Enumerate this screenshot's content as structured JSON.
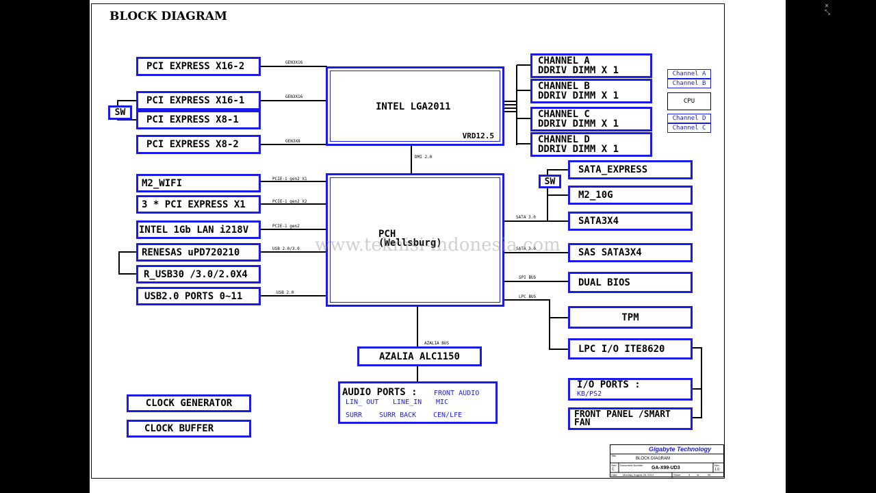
{
  "window": {
    "close_glyph": "✕",
    "expand_glyph": "⤡"
  },
  "watermark": "www.teknisi-indonesia.com",
  "title": "BLOCK DIAGRAM",
  "cpu": {
    "name": "INTEL LGA2011",
    "vrd": "VRD12.5"
  },
  "pch": {
    "name": "PCH",
    "sub": "(Wellsburg)"
  },
  "pcie_slots": [
    "PCI EXPRESS X16-2",
    "PCI EXPRESS X16-1",
    "PCI EXPRESS X8-1",
    "PCI EXPRESS X8-2"
  ],
  "sw": "SW",
  "left_devices": [
    "M2_WIFI",
    "3 * PCI EXPRESS X1",
    "INTEL 1Gb LAN i218V",
    "RENESAS uPD720210",
    "R_USB30 /3.0/2.0X4",
    "USB2.0 PORTS 0~11"
  ],
  "memory_channels": [
    {
      "line1": "CHANNEL A",
      "line2": "DDRIV  DIMM X 1"
    },
    {
      "line1": "CHANNEL B",
      "line2": "DDRIV  DIMM X 1"
    },
    {
      "line1": "CHANNEL C",
      "line2": "DDRIV  DIMM X 1"
    },
    {
      "line1": "CHANNEL D",
      "line2": "DDRIV  DIMM X 1"
    }
  ],
  "legend": {
    "channel_a": "Channel A",
    "channel_b": "Channel B",
    "cpu": "CPU",
    "channel_d": "Channel D",
    "channel_c": "Channel C"
  },
  "right_devices": [
    "SATA_EXPRESS",
    "M2_10G",
    "SATA3X4",
    "SAS SATA3X4",
    "DUAL BIOS",
    "TPM",
    "LPC I/O ITE8620"
  ],
  "io_ports": {
    "title": "I/O PORTS :",
    "sub": "KB/PS2"
  },
  "front_panel": {
    "line1": "FRONT PANEL /SMART",
    "line2": "FAN"
  },
  "azalia": "AZALIA ALC1150",
  "audio": {
    "title": "AUDIO PORTS :",
    "front": "FRONT AUDIO",
    "row1": [
      "LIN_ OUT",
      "LINE_IN",
      "MIC"
    ],
    "row2": [
      "SURR",
      "SURR BACK",
      "CEN/LFE"
    ]
  },
  "clock": {
    "generator": "CLOCK GENERATOR",
    "buffer": "CLOCK BUFFER"
  },
  "bus_labels": {
    "gen3x16_a": "GEN3X16",
    "gen3x16_b": "GEN3X16",
    "gen3x8": "GEN3X8",
    "dmi": "DMI 2.0",
    "pcie1": "PCIE-1 gen2 X1",
    "pcie2": "PCIE-1 gen2 X2",
    "pcie3": "PCIE-1 gen2",
    "usb30": "USB 2.0/3.0",
    "usb20": "USB 2.0",
    "sata30a": "SATA 3.0",
    "sata30b": "SATA 3.0",
    "spi": "SPI BUS",
    "lpc": "LPC BUS",
    "azalia_bus": "AZALIA BUS"
  },
  "title_block": {
    "company": "Gigabyte Technology",
    "title_label": "Title",
    "title_value": "BLOCK DIAGRAM",
    "size_label": "Size",
    "size_value": "C",
    "doc_label": "Document Number",
    "doc_value": "GA-X99-UD3",
    "rev_label": "Rev",
    "rev_value": "1.0",
    "date_label": "Date:",
    "date_value": "Monday, August 25, 2014",
    "sheet_label": "Sheet",
    "sheet_value": "3",
    "of_label": "of",
    "of_value": "56"
  },
  "colors": {
    "box_border": "#1a1ae6",
    "background": "#000000",
    "sheet": "#ffffff"
  }
}
